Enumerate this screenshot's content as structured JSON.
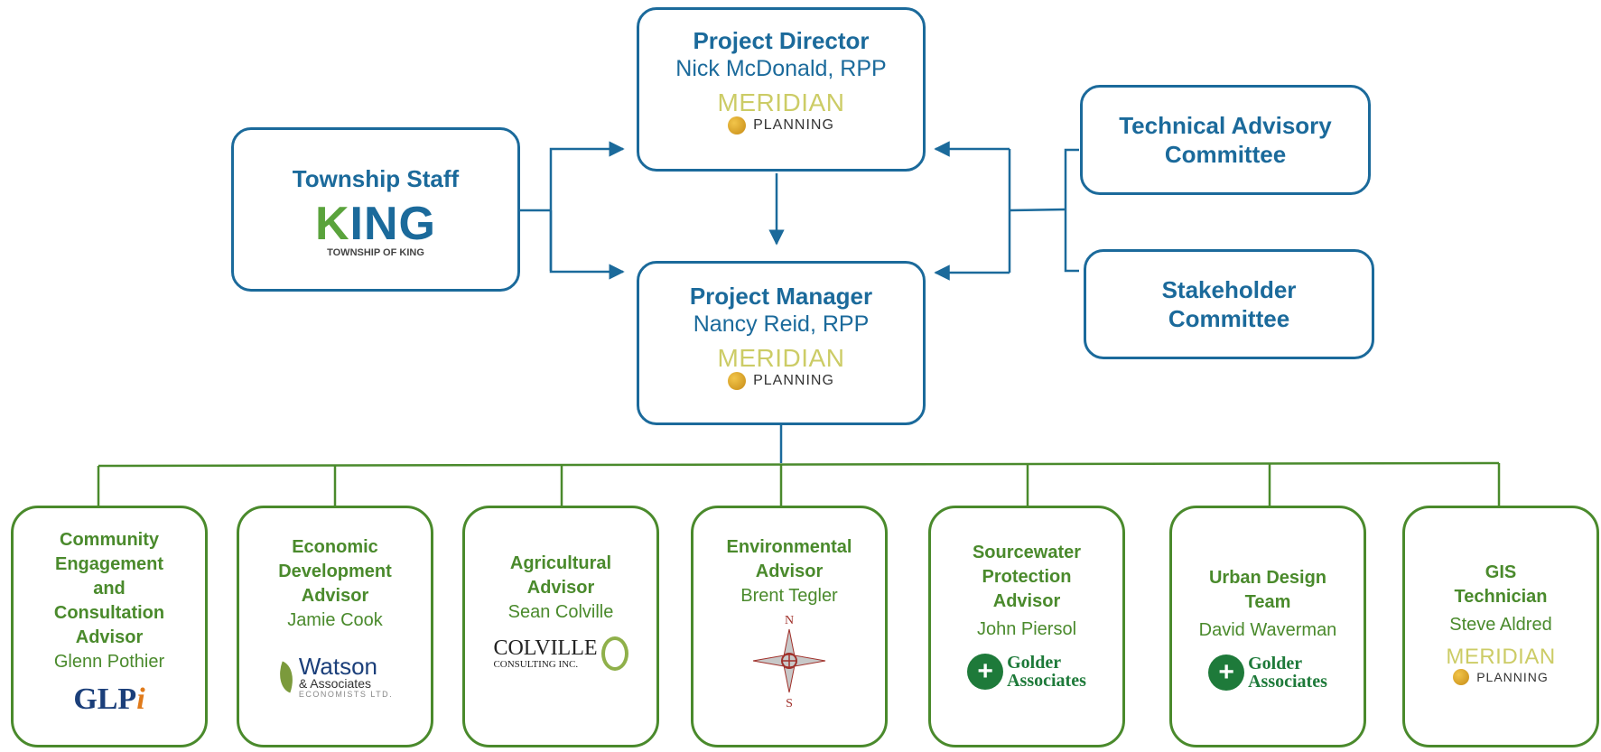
{
  "director": {
    "title": "Project Director",
    "name": "Nick McDonald, RPP"
  },
  "manager": {
    "title": "Project Manager",
    "name": "Nancy Reid, RPP"
  },
  "township": {
    "title": "Township Staff",
    "logo_word": "KING",
    "logo_sub": "TOWNSHIP OF KING"
  },
  "technical": {
    "title_line1": "Technical Advisory",
    "title_line2": "Committee"
  },
  "stakeholder": {
    "title_line1": "Stakeholder",
    "title_line2": "Committee"
  },
  "meridian": {
    "word": "MERIDIAN",
    "sub": "PLANNING"
  },
  "advisors": [
    {
      "title_lines": [
        "Community",
        "Engagement",
        "and",
        "Consultation",
        "Advisor"
      ],
      "name": "Glenn Pothier",
      "logo": "GLPi"
    },
    {
      "title_lines": [
        "Economic",
        "Development",
        "Advisor"
      ],
      "name": "Jamie Cook",
      "logo": "Watson & Associates",
      "logo_sub": "& Associates",
      "logo_foot": "ECONOMISTS LTD."
    },
    {
      "title_lines": [
        "Agricultural",
        "Advisor"
      ],
      "name": "Sean Colville",
      "logo": "COLVILLE",
      "logo_sub": "CONSULTING INC."
    },
    {
      "title_lines": [
        "Environmental",
        "Advisor"
      ],
      "name": "Brent Tegler",
      "logo": "compass-rose",
      "compass_n": "N",
      "compass_s": "S"
    },
    {
      "title_lines": [
        "Sourcewater",
        "Protection",
        "Advisor"
      ],
      "name": "John Piersol",
      "logo": "Golder",
      "logo_sub": "Associates"
    },
    {
      "title_lines": [
        "Urban Design",
        "Team"
      ],
      "name": "David Waverman",
      "logo": "Golder",
      "logo_sub": "Associates"
    },
    {
      "title_lines": [
        "GIS",
        "Technician"
      ],
      "name": "Steve Aldred",
      "logo": "MERIDIAN PLANNING"
    }
  ],
  "colors": {
    "blue": "#1b6a9b",
    "green": "#4a8a2c",
    "meridian_gold": "#cccc66"
  }
}
